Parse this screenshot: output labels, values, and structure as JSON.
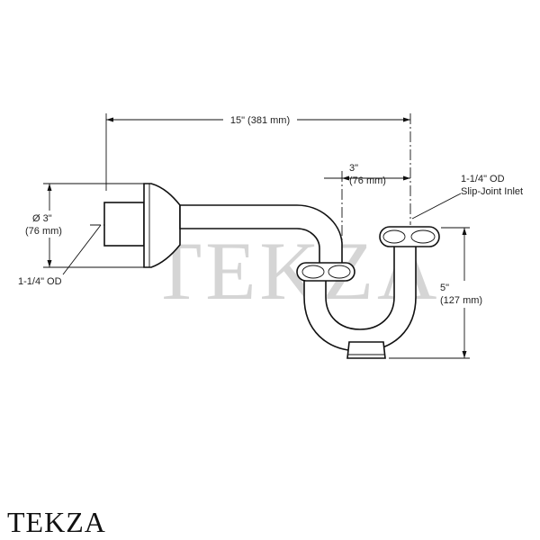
{
  "dimensions": {
    "overall_width": "15\" (381 mm)",
    "offset_top": "3\"",
    "offset_bottom": "(76 mm)",
    "flange_diameter_top": "Ø 3\"",
    "flange_diameter_bottom": "(76 mm)",
    "wall_tube": "1-1/4\" OD",
    "inlet_top": "1-1/4\" OD",
    "inlet_bottom": "Slip-Joint Inlet",
    "height_top": "5\"",
    "height_bottom": "(127 mm)"
  },
  "watermark": "TEKZA",
  "brand": "TEKZA"
}
